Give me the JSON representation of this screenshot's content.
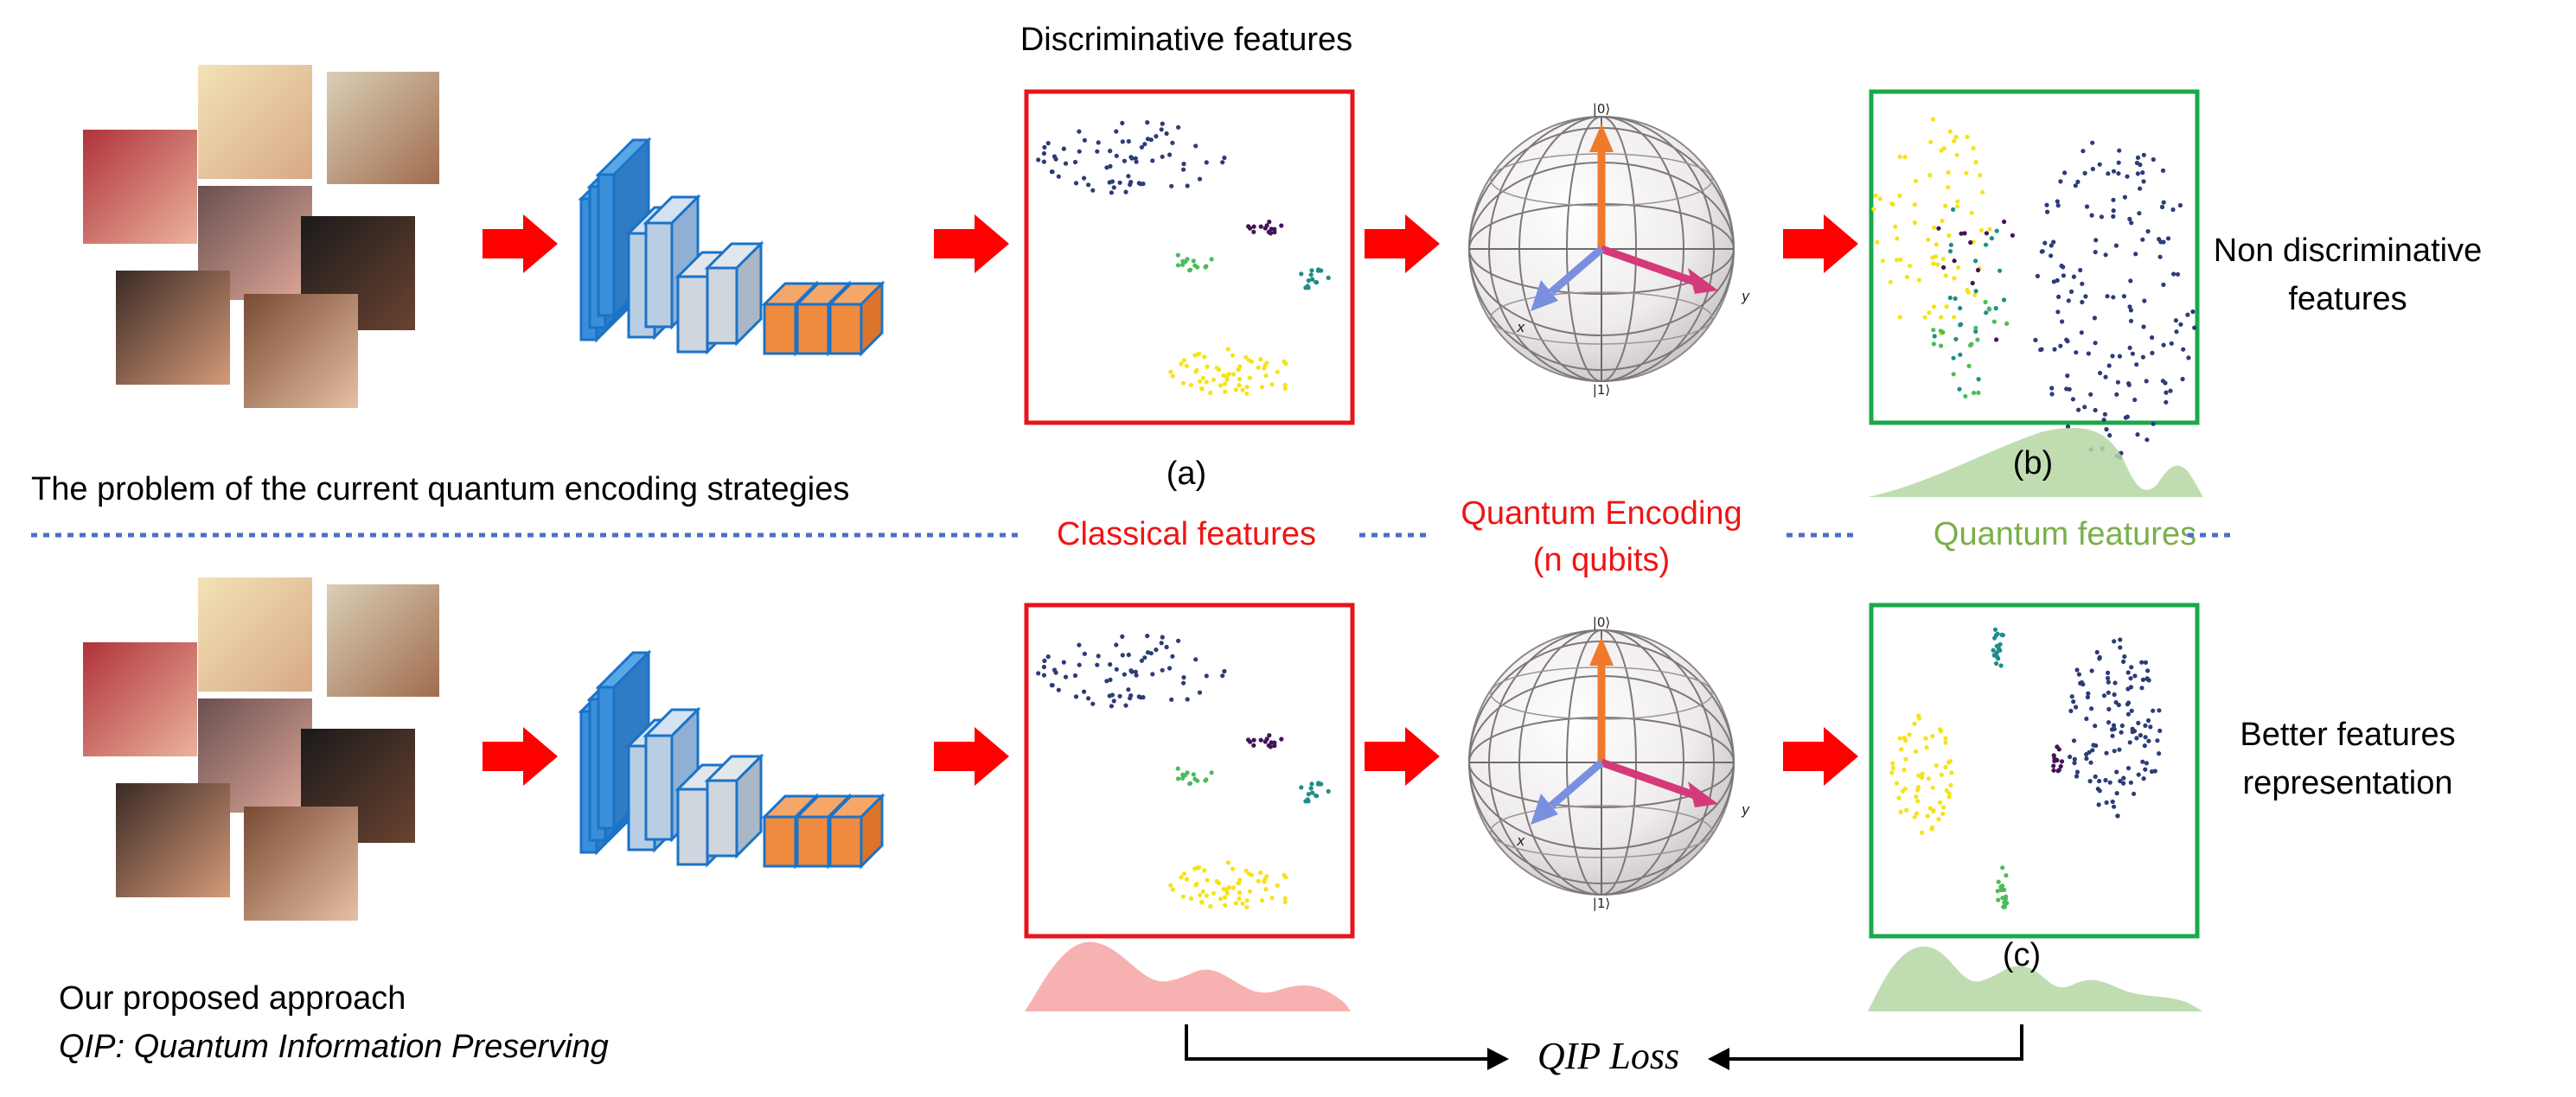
{
  "top_title": "Discriminative features",
  "problem_caption": "The problem of the current quantum encoding strategies",
  "labels": {
    "a": "(a)",
    "b": "(b)",
    "c": "(c)"
  },
  "stage_labels": {
    "classical": "Classical features",
    "quantum_encoding_line1": "Quantum Encoding",
    "quantum_encoding_line2": "(n qubits)",
    "quantum_features": "Quantum features"
  },
  "right_top_line1": "Non discriminative",
  "right_top_line2": "features",
  "right_bottom_line1": "Better features",
  "right_bottom_line2": "representation",
  "proposed_line1": "Our proposed approach",
  "proposed_line2": "QIP: Quantum Information Preserving",
  "loss_label": "QIP Loss",
  "bloch": {
    "ket0": "|0⟩",
    "ket1": "|1⟩",
    "x": "x",
    "y": "y"
  },
  "colors": {
    "arrow_red": "#ff0000",
    "box_red": "#e8141c",
    "box_green": "#1aa84b",
    "text_red": "#f01414",
    "text_green": "#7ab04a",
    "dotted_blue": "#4a6fc8",
    "cluster_navy": "#2c3c78",
    "cluster_purple": "#45125a",
    "cluster_green": "#4dbb5b",
    "cluster_teal": "#1e8d8a",
    "cluster_yellow": "#f4e31a",
    "dist_red": "#f7a9a9",
    "dist_green": "#b5d7a5"
  },
  "icons": [
    "face-photo",
    "cnn-block",
    "bloch-sphere",
    "red-arrow",
    "distribution-curve"
  ]
}
